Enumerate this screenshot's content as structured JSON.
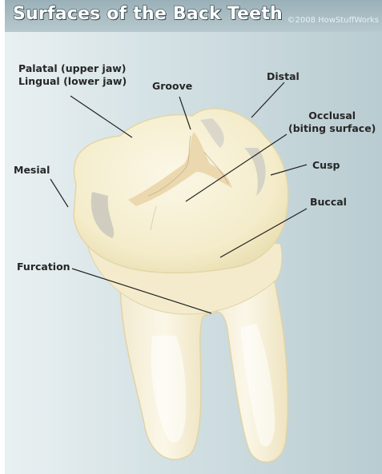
{
  "title": "Surfaces of the Back Teeth",
  "copyright": "©2008 HowStuffWorks",
  "labels": {
    "palatal": [
      "Palatal (upper jaw)",
      "Lingual (lower jaw)"
    ],
    "groove": "Groove",
    "distal": "Distal",
    "occlusal": [
      "Occlusal",
      "(biting surface)"
    ],
    "cusp": "Cusp",
    "mesial": "Mesial",
    "buccal": "Buccal",
    "furcation": "Furcation"
  },
  "colors": {
    "tooth_fill": "#f6f0d6",
    "tooth_shadow": "#e2d6a8",
    "groove": "#e9d3a8",
    "cusp_gray": "#c8c6bd",
    "leader_line": "#222222"
  }
}
